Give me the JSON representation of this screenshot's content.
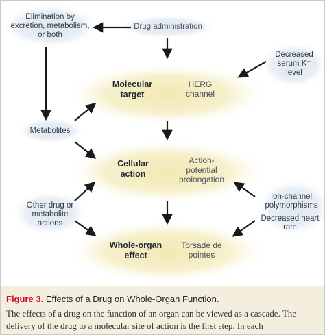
{
  "nodes": {
    "elimination": "Elimination by\nexcretion, metabolism,\nor both",
    "drug_administration": "Drug administration",
    "decreased_serum_k": "Decreased\nserum K⁺\nlevel",
    "molecular_target": "Molecular\ntarget",
    "herg_channel": "HERG\nchannel",
    "metabolites": "Metabolites",
    "cellular_action": "Cellular\naction",
    "action_potential": "Action-\npotential\nprolongation",
    "other_drug": "Other drug or\nmetabolite\nactions",
    "ion_channel": "Ion-channel\npolymorphisms",
    "decreased_heart_rate": "Decreased heart\nrate",
    "whole_organ_effect": "Whole-organ\neffect",
    "torsade": "Torsade de\npointes"
  },
  "caption": {
    "label": "Figure 3.",
    "title": "Effects of a Drug on Whole-Organ Function.",
    "body": "The effects of a drug on the function of an organ can be viewed as a cascade. The delivery of the drug to a molecular site of action is the first step. In each"
  },
  "colors": {
    "ellipse_center": "#f2e9b4",
    "ellipse_edge": "#ffffff",
    "bubble": "#dde6ef",
    "arrow": "#1a1a1a",
    "caption_bg": "#f3eede",
    "caption_label": "#c8102e"
  }
}
